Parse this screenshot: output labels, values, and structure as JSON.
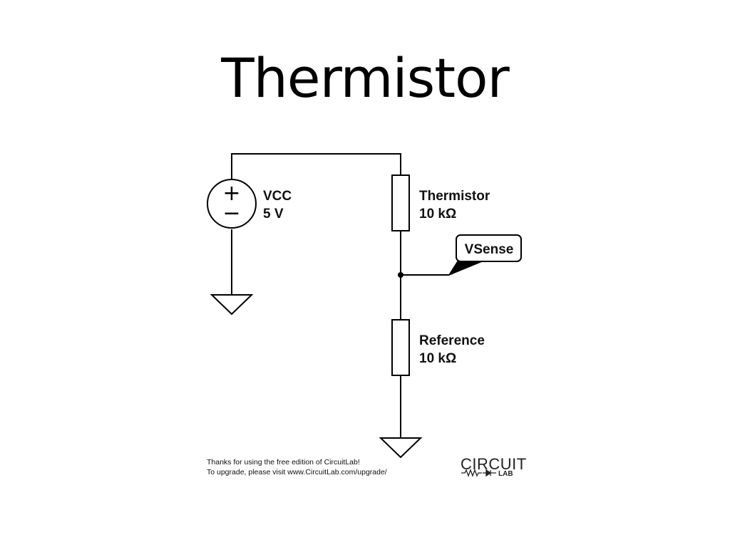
{
  "slide": {
    "title": "Thermistor"
  },
  "schematic": {
    "source": {
      "name": "VCC",
      "value": "5 V",
      "plus_symbol": "+",
      "minus_symbol": "−"
    },
    "resistor_top": {
      "name": "Thermistor",
      "value": "10 kΩ"
    },
    "resistor_bottom": {
      "name": "Reference",
      "value": "10 kΩ"
    },
    "net_label": "VSense"
  },
  "footer": {
    "line1": "Thanks for using the free edition of CircuitLab!",
    "line2": "To upgrade, please visit www.CircuitLab.com/upgrade/"
  },
  "logo": {
    "top": "CIRCUIT",
    "bottom": "LAB"
  }
}
